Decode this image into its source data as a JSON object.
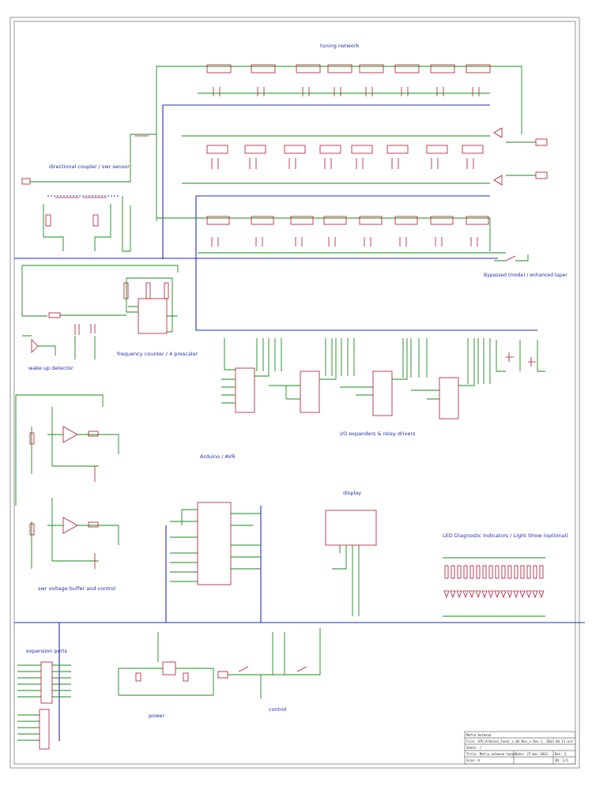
{
  "title": "Mafia Antenna Tuner schematic",
  "labels": {
    "tuning_network": "tuning network",
    "directional_coupler": "directional coupler / swr sensor",
    "wake_up_detector": "wake up detector",
    "frequency_counter": "frequency counter / 4 prescaler",
    "io_expanders": "I/O expanders & relay drivers",
    "arduino": "Arduino / AVR",
    "display": "display",
    "led_indicators": "LED Diagnostic Indicators / Light Show (optional)",
    "swr_voltage": "swr voltage buffer and control",
    "expansion_ports": "expansion ports",
    "power": "power",
    "control": "control",
    "bypass_note": "Bypassed (mode) / enhanced taper"
  },
  "title_block": {
    "row1": "Mafia Antenna",
    "row2": "File: ATU_Arduino_Tuner_v_03 Dev_v Rev 2_ 2013 04 11.sch",
    "row3": "Sheet: /",
    "row4": "Title: Mafia antenna tuner",
    "size": "Size: A",
    "date": "Date: 27 mar 2013",
    "rev": "Rev: 2",
    "id": "ID: 1/1"
  }
}
